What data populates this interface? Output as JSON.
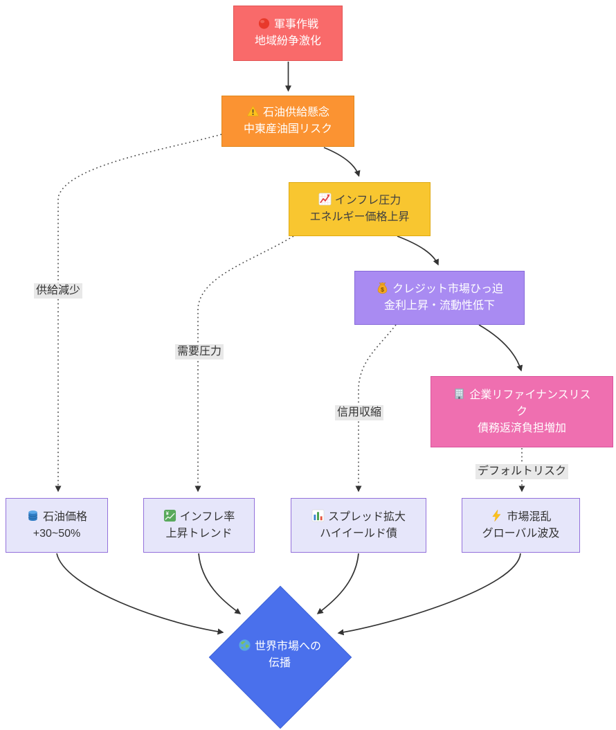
{
  "diagram": {
    "type": "flowchart",
    "background_color": "#ffffff",
    "edge_color": "#333333",
    "edge_label_background": "#e8e8e8",
    "nodes": {
      "military": {
        "icon": "red-circle-icon",
        "line1": "軍事作戦",
        "line2": "地域紛争激化",
        "fill": "#f96a6a",
        "border": "#e25353",
        "text_color": "#ffffff"
      },
      "oil_supply": {
        "icon": "warning-icon",
        "line1": "石油供給懸念",
        "line2": "中東産油国リスク",
        "fill": "#fb9332",
        "border": "#e08619",
        "text_color": "#ffffff"
      },
      "inflation": {
        "icon": "chart-increasing-icon",
        "line1": "インフレ圧力",
        "line2": "エネルギー価格上昇",
        "fill": "#f8c630",
        "border": "#dfa90f",
        "text_color": "#404040"
      },
      "credit": {
        "icon": "money-bag-icon",
        "line1": "クレジット市場ひっ迫",
        "line2": "金利上昇・流動性低下",
        "fill": "#a98bf2",
        "border": "#8568d8",
        "text_color": "#ffffff"
      },
      "refinance": {
        "icon": "office-building-icon",
        "line1": "企業リファイナンスリスク",
        "line2": "債務返済負担増加",
        "fill": "#ef6fb0",
        "border": "#d9549c",
        "text_color": "#ffffff"
      },
      "oil_price": {
        "icon": "oil-drum-icon",
        "line1": "石油価格",
        "line2": "+30~50%",
        "fill": "#e6e6fa",
        "border": "#9370db",
        "text_color": "#333333"
      },
      "inflation_rate": {
        "icon": "chart-yen-icon",
        "line1": "インフレ率",
        "line2": "上昇トレンド",
        "fill": "#e6e6fa",
        "border": "#9370db",
        "text_color": "#333333"
      },
      "spread": {
        "icon": "bar-chart-icon",
        "line1": "スプレッド拡大",
        "line2": "ハイイールド債",
        "fill": "#e6e6fa",
        "border": "#9370db",
        "text_color": "#333333"
      },
      "market_turmoil": {
        "icon": "lightning-icon",
        "line1": "市場混乱",
        "line2": "グローバル波及",
        "fill": "#e6e6fa",
        "border": "#9370db",
        "text_color": "#333333"
      },
      "world_market": {
        "icon": "globe-icon",
        "line1": "世界市場への",
        "line2": "伝播",
        "fill": "#4a70ec",
        "border": "#3f63d6",
        "text_color": "#ffffff",
        "shape": "diamond"
      }
    },
    "edges": [
      {
        "from": "military",
        "to": "oil_supply",
        "style": "solid",
        "label": ""
      },
      {
        "from": "oil_supply",
        "to": "inflation",
        "style": "solid",
        "label": ""
      },
      {
        "from": "oil_supply",
        "to": "oil_price",
        "style": "dotted",
        "label": "供給減少"
      },
      {
        "from": "inflation",
        "to": "credit",
        "style": "solid",
        "label": ""
      },
      {
        "from": "inflation",
        "to": "inflation_rate",
        "style": "dotted",
        "label": "需要圧力"
      },
      {
        "from": "credit",
        "to": "refinance",
        "style": "solid",
        "label": ""
      },
      {
        "from": "credit",
        "to": "spread",
        "style": "dotted",
        "label": "信用収縮"
      },
      {
        "from": "refinance",
        "to": "market_turmoil",
        "style": "dotted",
        "label": "デフォルトリスク"
      },
      {
        "from": "oil_price",
        "to": "world_market",
        "style": "solid",
        "label": ""
      },
      {
        "from": "inflation_rate",
        "to": "world_market",
        "style": "solid",
        "label": ""
      },
      {
        "from": "spread",
        "to": "world_market",
        "style": "solid",
        "label": ""
      },
      {
        "from": "market_turmoil",
        "to": "world_market",
        "style": "solid",
        "label": ""
      }
    ]
  }
}
